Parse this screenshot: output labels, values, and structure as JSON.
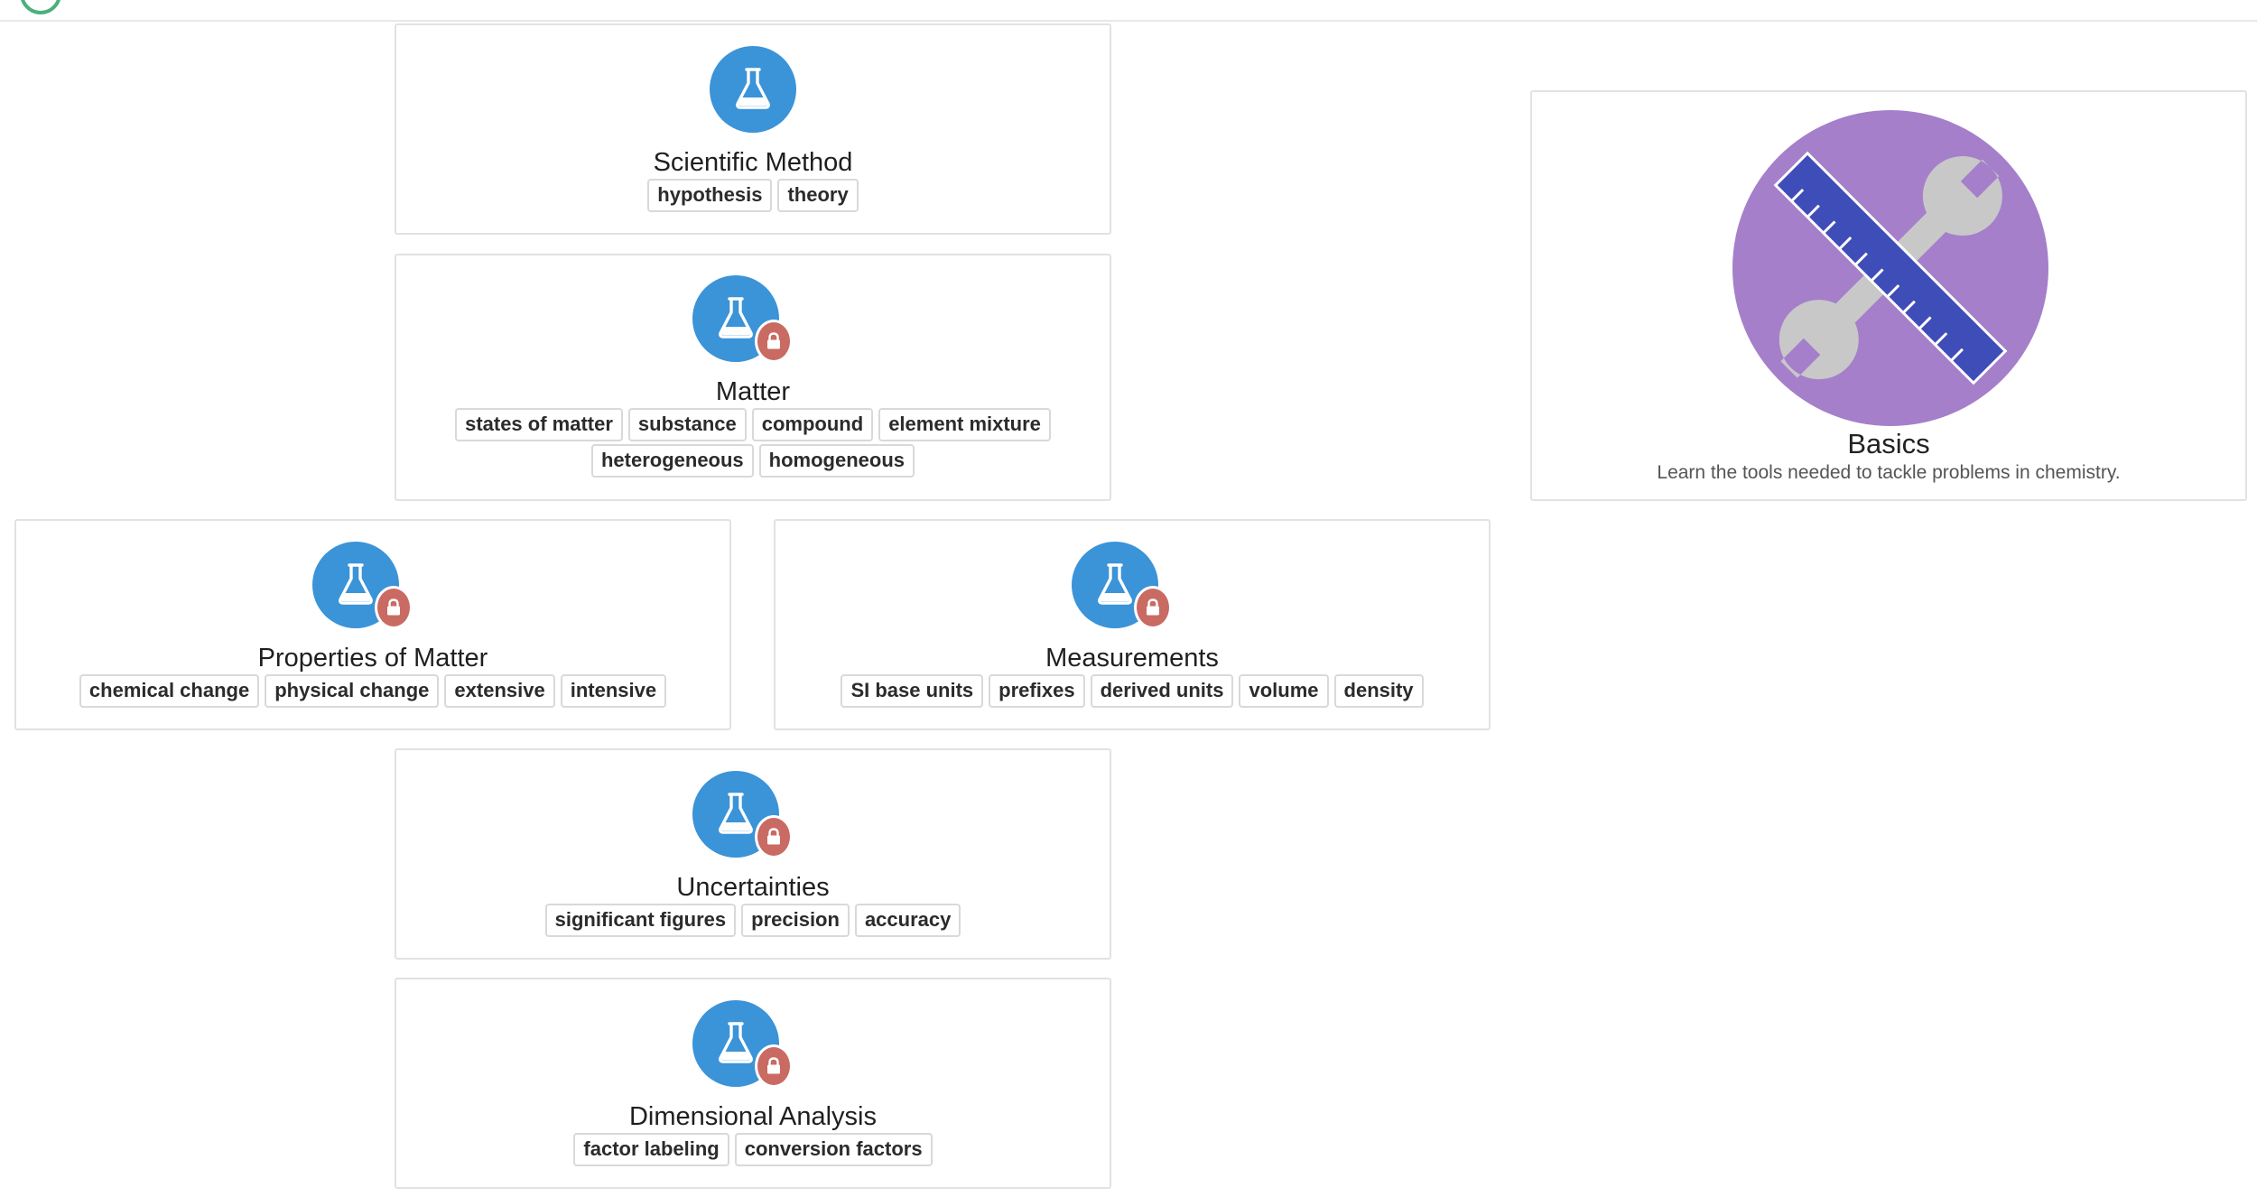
{
  "colors": {
    "accent_blue": "#3b93d8",
    "lock_red": "#c96a63",
    "basics_purple": "#a57fca",
    "ruler_blue": "#3f4db8",
    "wrench_gray": "#c8c8c8"
  },
  "topics": [
    {
      "title": "Scientific Method",
      "icon": "flask-icon",
      "locked": false,
      "tags": [
        "hypothesis",
        "theory"
      ]
    },
    {
      "title": "Matter",
      "icon": "flask-icon",
      "locked": true,
      "tags": [
        "states of matter",
        "substance",
        "compound",
        "element mixture",
        "heterogeneous",
        "homogeneous"
      ]
    },
    {
      "title": "Properties of Matter",
      "icon": "flask-icon",
      "locked": true,
      "tags": [
        "chemical change",
        "physical change",
        "extensive",
        "intensive"
      ]
    },
    {
      "title": "Measurements",
      "icon": "flask-icon",
      "locked": true,
      "tags": [
        "SI base units",
        "prefixes",
        "derived units",
        "volume",
        "density"
      ]
    },
    {
      "title": "Uncertainties",
      "icon": "flask-icon",
      "locked": true,
      "tags": [
        "significant figures",
        "precision",
        "accuracy"
      ]
    },
    {
      "title": "Dimensional Analysis",
      "icon": "flask-icon",
      "locked": true,
      "tags": [
        "factor labeling",
        "conversion factors"
      ]
    }
  ],
  "basics": {
    "title": "Basics",
    "description": "Learn the tools needed to tackle problems in chemistry.",
    "icon": "wrench-ruler-icon"
  }
}
